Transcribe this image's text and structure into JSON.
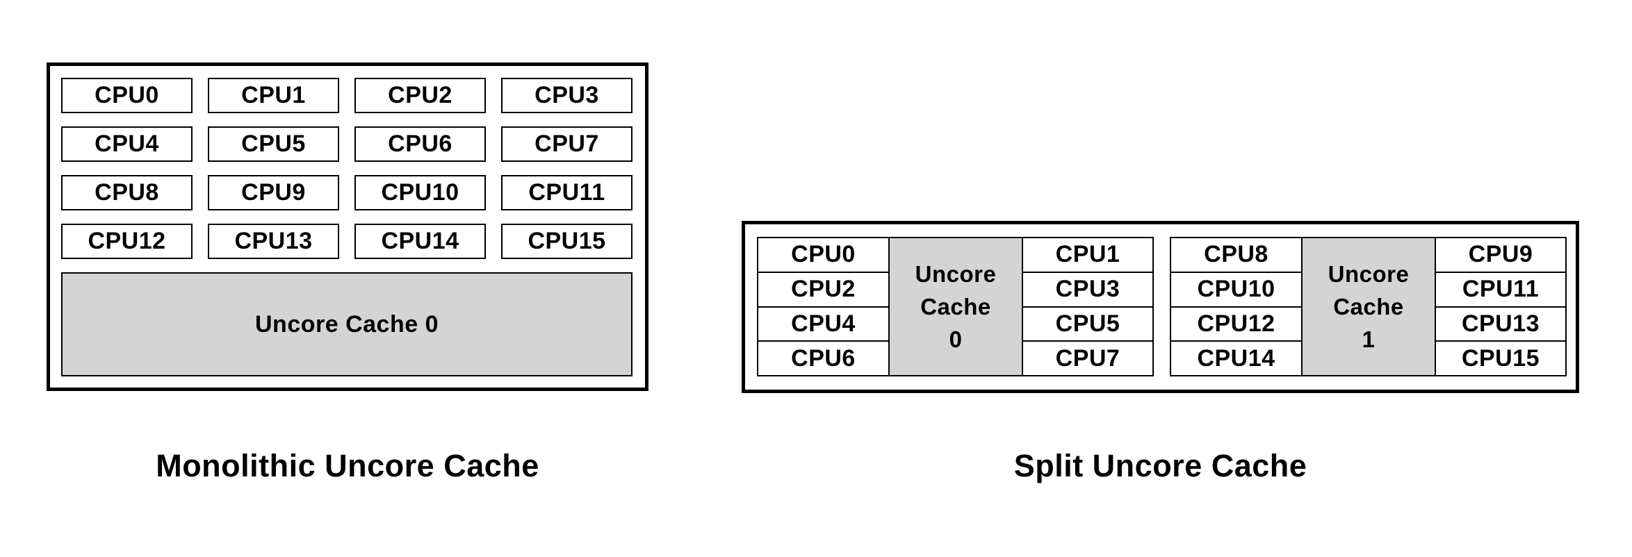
{
  "colors": {
    "background": "#ffffff",
    "border": "#000000",
    "text": "#000000",
    "cache_fill": "#d4d4d4"
  },
  "monolithic": {
    "caption": "Monolithic Uncore Cache",
    "cpus": [
      "CPU0",
      "CPU1",
      "CPU2",
      "CPU3",
      "CPU4",
      "CPU5",
      "CPU6",
      "CPU7",
      "CPU8",
      "CPU9",
      "CPU10",
      "CPU11",
      "CPU12",
      "CPU13",
      "CPU14",
      "CPU15"
    ],
    "cache_label": "Uncore Cache 0"
  },
  "split": {
    "caption": "Split Uncore Cache",
    "groups": [
      {
        "left_cpus": [
          "CPU0",
          "CPU2",
          "CPU4",
          "CPU6"
        ],
        "cache_lines": [
          "Uncore",
          "Cache",
          "0"
        ],
        "right_cpus": [
          "CPU1",
          "CPU3",
          "CPU5",
          "CPU7"
        ]
      },
      {
        "left_cpus": [
          "CPU8",
          "CPU10",
          "CPU12",
          "CPU14"
        ],
        "cache_lines": [
          "Uncore",
          "Cache",
          "1"
        ],
        "right_cpus": [
          "CPU9",
          "CPU11",
          "CPU13",
          "CPU15"
        ]
      }
    ]
  }
}
